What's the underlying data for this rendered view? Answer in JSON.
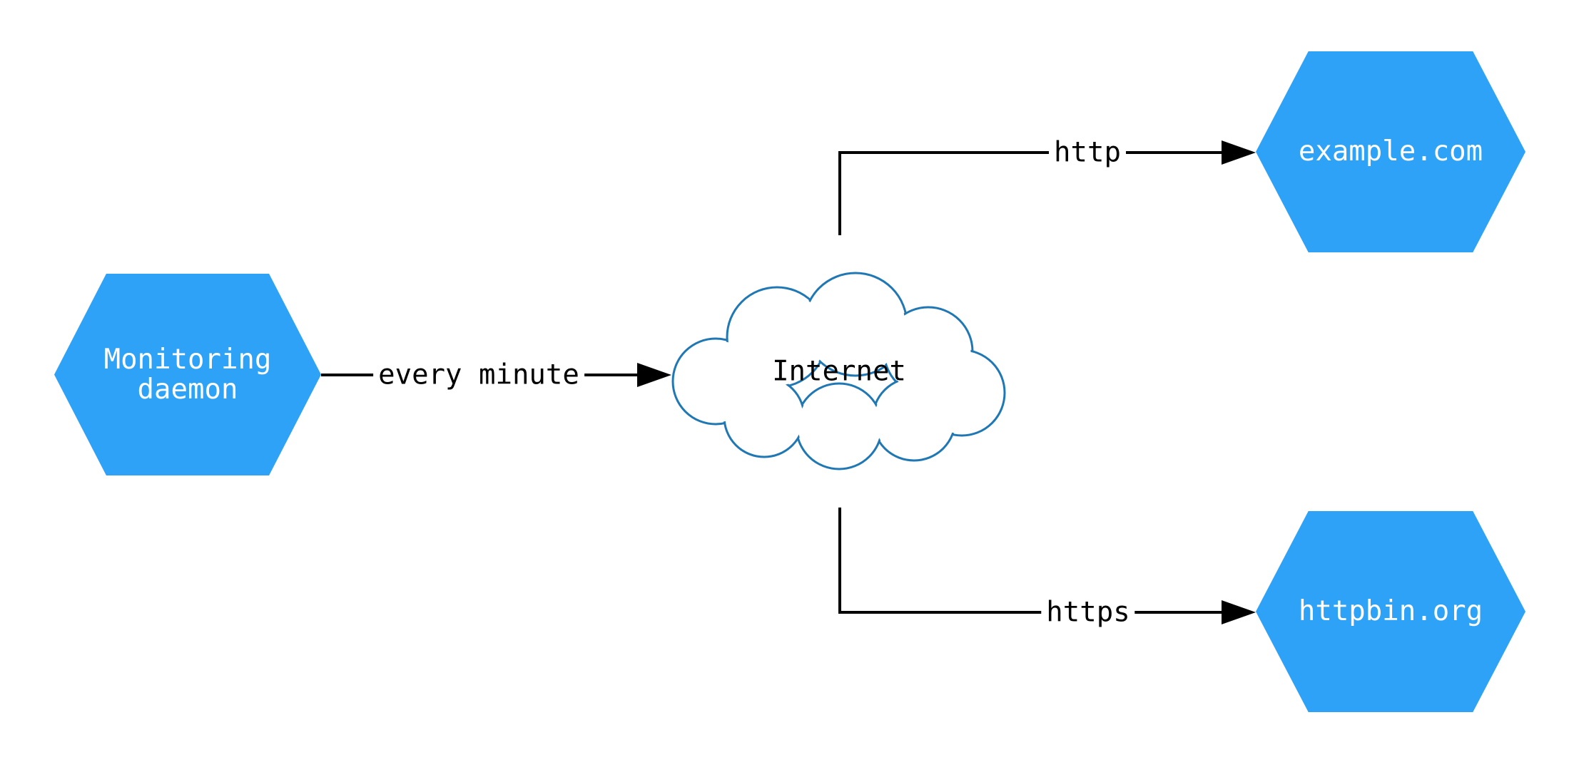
{
  "colors": {
    "background": "#ffffff",
    "node_fill": "#2ea2f7",
    "node_text": "#ffffff",
    "cloud_stroke": "#1f77b4",
    "edge_color": "#000000",
    "edge_label_color": "#000000"
  },
  "nodes": {
    "monitoring": {
      "shape": "hexagon",
      "lines": [
        "Monitoring",
        "daemon"
      ]
    },
    "internet": {
      "shape": "cloud",
      "label": "Internet"
    },
    "example": {
      "shape": "hexagon",
      "label": "example.com"
    },
    "httpbin": {
      "shape": "hexagon",
      "label": "httpbin.org"
    }
  },
  "edges": {
    "every_minute": {
      "from": "monitoring",
      "to": "internet",
      "label": "every minute"
    },
    "http": {
      "from": "internet",
      "to": "example",
      "label": "http"
    },
    "https": {
      "from": "internet",
      "to": "httpbin",
      "label": "https"
    }
  }
}
